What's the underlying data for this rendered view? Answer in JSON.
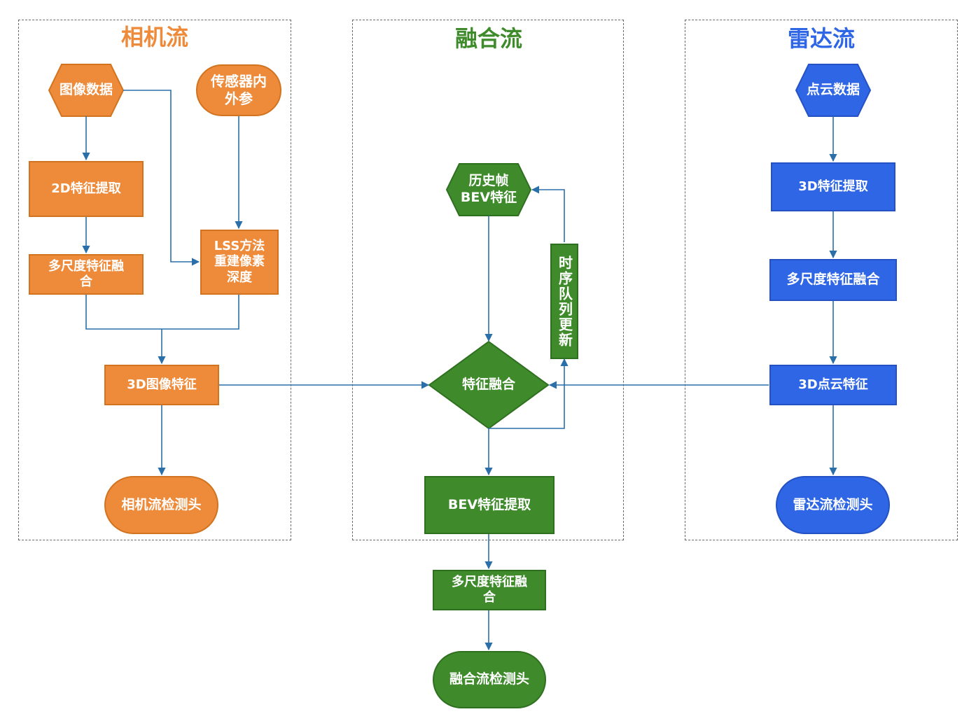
{
  "columns": {
    "camera": {
      "title": "相机流",
      "color": "#ed8b3a"
    },
    "fusion": {
      "title": "融合流",
      "color": "#3f8b2c"
    },
    "radar": {
      "title": "雷达流",
      "color": "#2f66e6"
    }
  },
  "camera_nodes": {
    "image_data": "图像数据",
    "sensor_params": "传感器内\n外参",
    "feat2d": "2D特征提取",
    "multiscale": "多尺度特征融\n合",
    "lss": "LSS方法\n重建像素\n深度",
    "img3d": "3D图像特征",
    "head": "相机流检测头"
  },
  "fusion_nodes": {
    "history_bev": "历史帧\nBEV特征",
    "temporal_queue": "时序队列更新",
    "feature_fusion": "特征融合",
    "bev_extract": "BEV特征提取",
    "multiscale": "多尺度特征融\n合",
    "head": "融合流检测头"
  },
  "radar_nodes": {
    "point_cloud": "点云数据",
    "feat3d": "3D特征提取",
    "multiscale": "多尺度特征融合",
    "pc3d": "3D点云特征",
    "head": "雷达流检测头"
  },
  "colors": {
    "orange": "#ed8b3a",
    "green": "#3f8b2c",
    "blue": "#2f66e6",
    "connector": "#2a6fa8"
  }
}
